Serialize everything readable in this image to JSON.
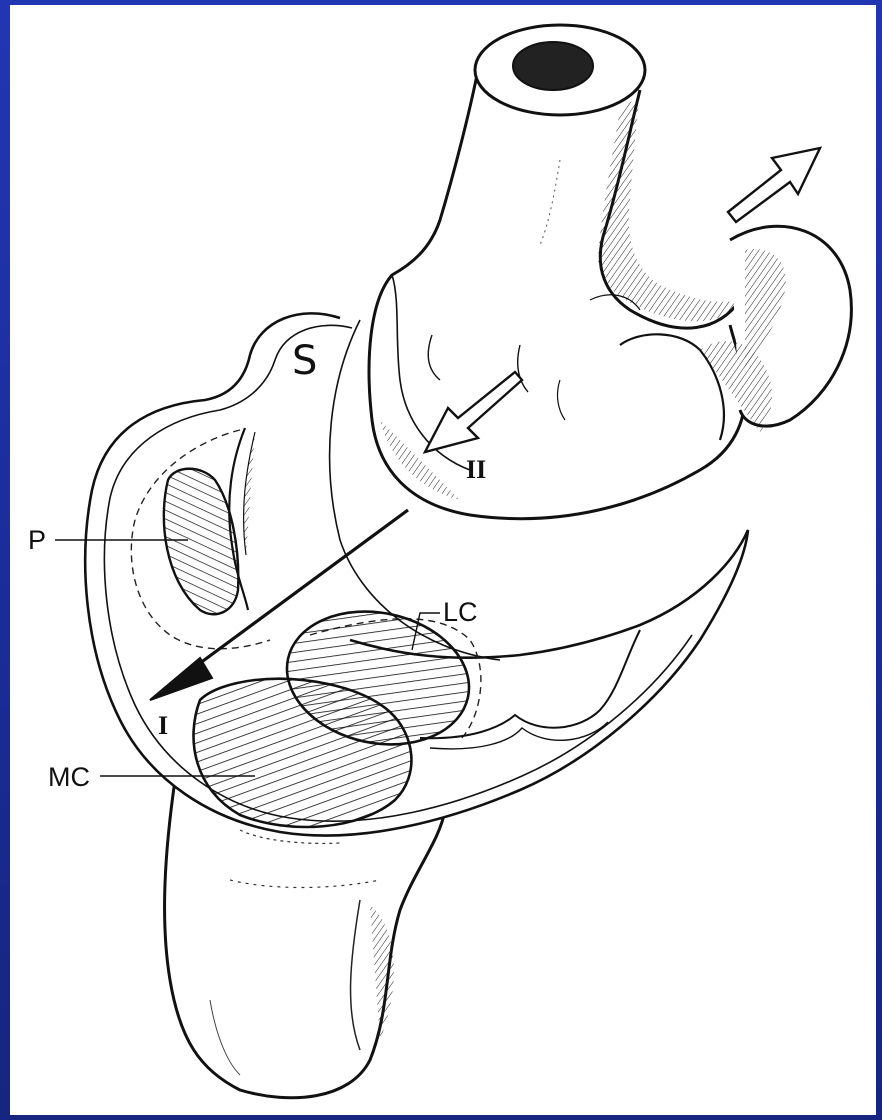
{
  "background_color": "#1a2f9a",
  "panel_color": "#ffffff",
  "labels": {
    "s": "S",
    "p": "P",
    "lc": "LC",
    "mc": "MC",
    "arrow_one": "I",
    "arrow_two": "II"
  }
}
